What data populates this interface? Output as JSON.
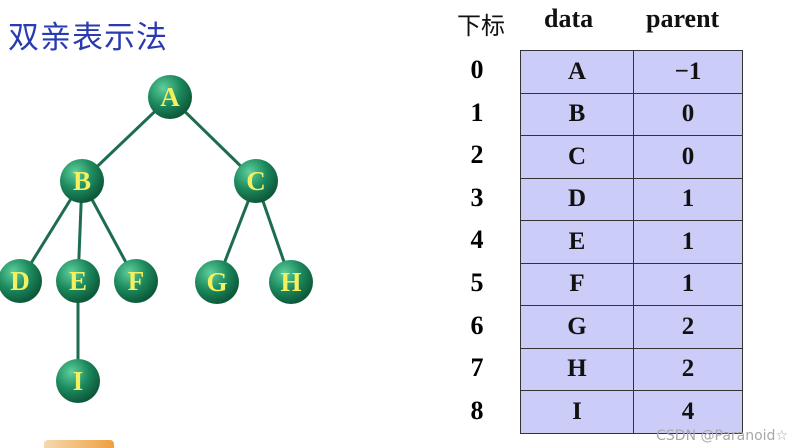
{
  "title": "双亲表示法",
  "tree": {
    "nodes": [
      "A",
      "B",
      "C",
      "D",
      "E",
      "F",
      "G",
      "H",
      "I"
    ],
    "node_color": "#1d8a5e",
    "label_color": "#f4f060"
  },
  "table": {
    "headers": {
      "index": "下标",
      "data": "data",
      "parent": "parent"
    },
    "rows": [
      {
        "index": "0",
        "data": "A",
        "parent": "−1"
      },
      {
        "index": "1",
        "data": "B",
        "parent": "0"
      },
      {
        "index": "2",
        "data": "C",
        "parent": "0"
      },
      {
        "index": "3",
        "data": "D",
        "parent": "1"
      },
      {
        "index": "4",
        "data": "E",
        "parent": "1"
      },
      {
        "index": "5",
        "data": "F",
        "parent": "1"
      },
      {
        "index": "6",
        "data": "G",
        "parent": "2"
      },
      {
        "index": "7",
        "data": "H",
        "parent": "2"
      },
      {
        "index": "8",
        "data": "I",
        "parent": "4"
      }
    ],
    "fill_color": "#ccccf8"
  },
  "watermark": "CSDN @Paranoid☆"
}
